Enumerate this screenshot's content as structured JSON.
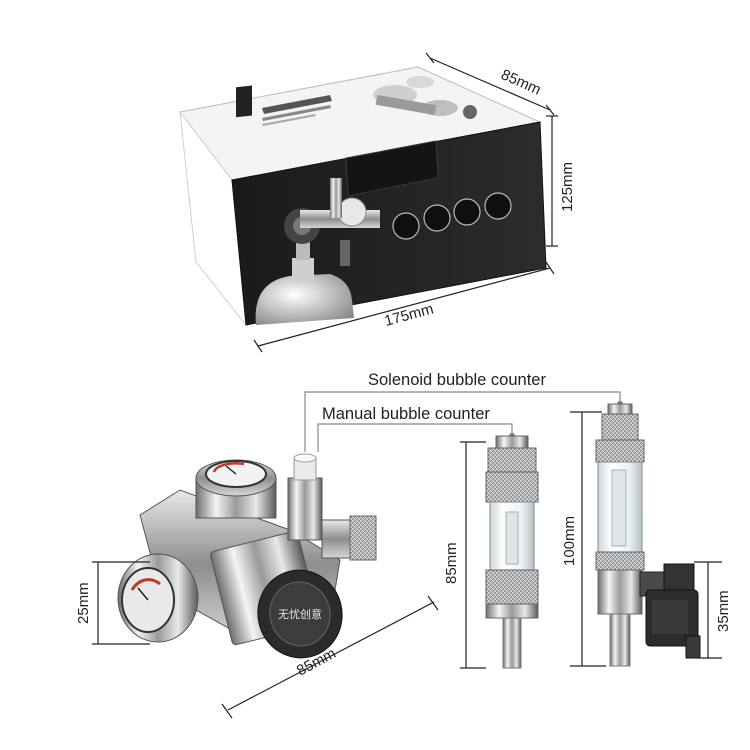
{
  "box": {
    "width_label": "175mm",
    "depth_label": "85mm",
    "height_label": "125mm"
  },
  "regulator": {
    "width_label": "85mm",
    "height_label": "25mm",
    "brand_mark": "无忧创意"
  },
  "bubble_counters": {
    "solenoid_label": "Solenoid bubble counter",
    "manual_label": "Manual bubble counter",
    "manual_height_label": "85mm",
    "solenoid_height_label": "100mm",
    "valve_height_label": "35mm"
  }
}
